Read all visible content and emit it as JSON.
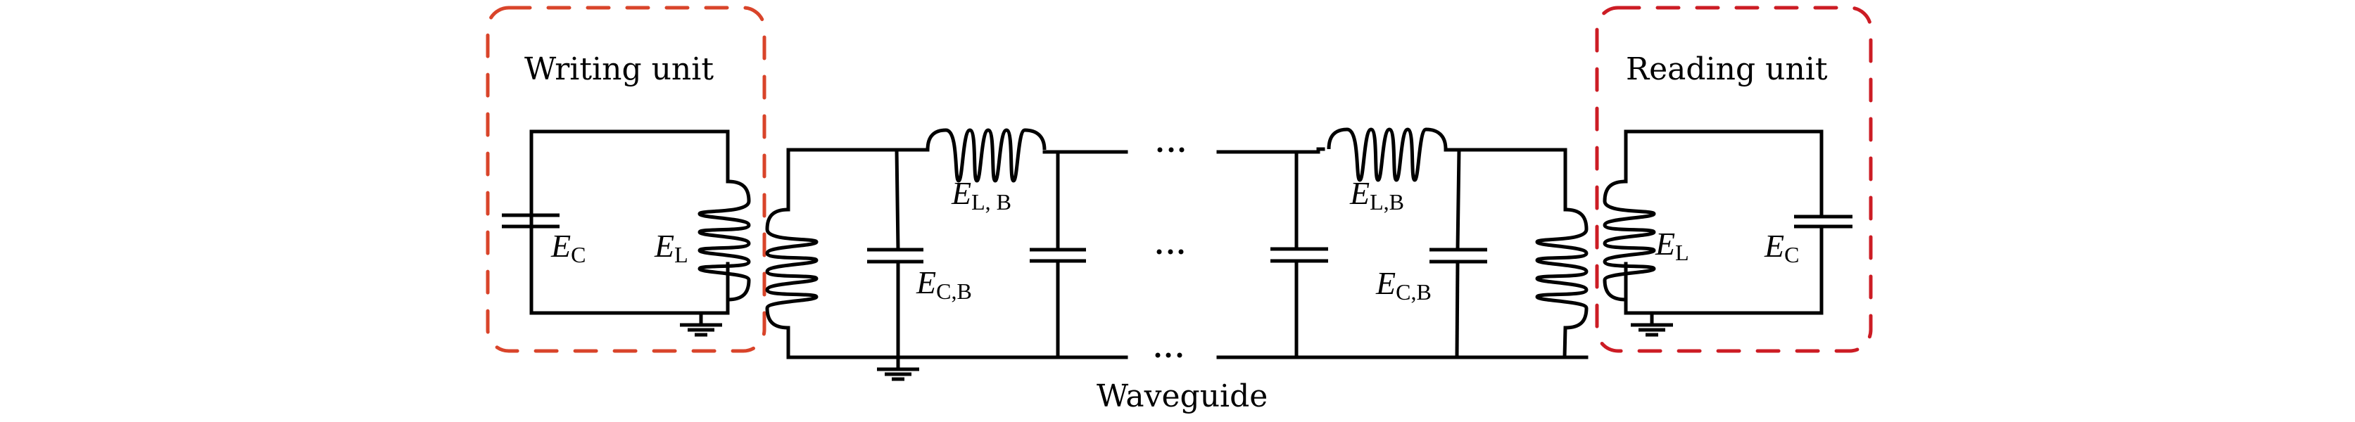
{
  "diagram": {
    "type": "circuit-schematic",
    "writing_unit": {
      "title": "Writing unit",
      "capacitor": {
        "symbol": "E",
        "subscript": "C"
      },
      "inductor": {
        "symbol": "E",
        "subscript": "L"
      },
      "border_color": "#d9442a"
    },
    "waveguide": {
      "title": "Waveguide",
      "left_cell": {
        "inductor": {
          "symbol": "E",
          "subscript": "L, B"
        },
        "capacitor": {
          "symbol": "E",
          "subscript": "C,B"
        }
      },
      "right_cell": {
        "inductor": {
          "symbol": "E",
          "subscript": "L,B"
        },
        "capacitor": {
          "symbol": "E",
          "subscript": "C,B"
        }
      },
      "ellipsis": "···"
    },
    "reading_unit": {
      "title": "Reading unit",
      "inductor": {
        "symbol": "E",
        "subscript": "L"
      },
      "capacitor": {
        "symbol": "E",
        "subscript": "C"
      },
      "border_color": "#cc1c24"
    },
    "wire_color": "#000000"
  }
}
